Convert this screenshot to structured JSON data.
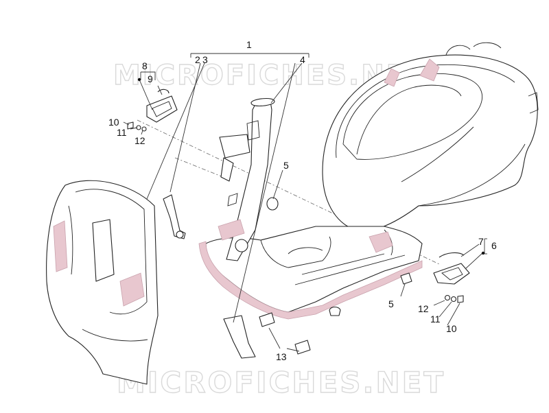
{
  "watermark": {
    "top": "MICROFICHES.NET",
    "bottom": "MICROFICHES.NET"
  },
  "callouts": {
    "c1": "1",
    "c2": "2",
    "c3": "3",
    "c4": "4",
    "c5a": "5",
    "c5b": "5",
    "c6": "6",
    "c7": "7",
    "c8": "8",
    "c9": "9",
    "c10a": "10",
    "c10b": "10",
    "c11a": "11",
    "c11b": "11",
    "c12a": "12",
    "c12b": "12",
    "c13": "13"
  }
}
